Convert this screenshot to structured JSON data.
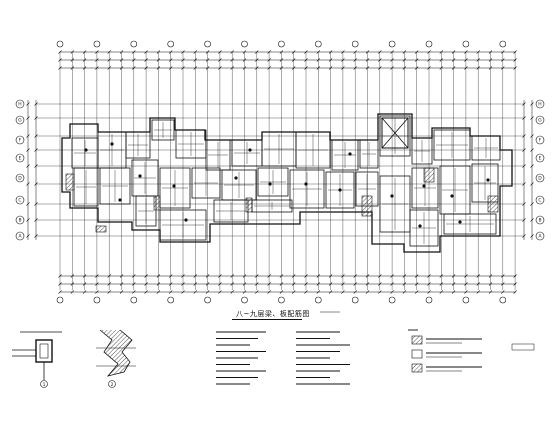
{
  "drawing_title": "八~九层梁、板配筋图",
  "colors": {
    "line": "#111111",
    "hatch": "#555555",
    "background": "#ffffff"
  },
  "axis_bubbles": {
    "left": [
      "H",
      "G",
      "F",
      "E",
      "D",
      "C",
      "B",
      "A"
    ],
    "right": [
      "H",
      "G",
      "F",
      "E",
      "D",
      "C",
      "B",
      "A"
    ]
  },
  "detail_markers": [
    "1",
    "2"
  ]
}
